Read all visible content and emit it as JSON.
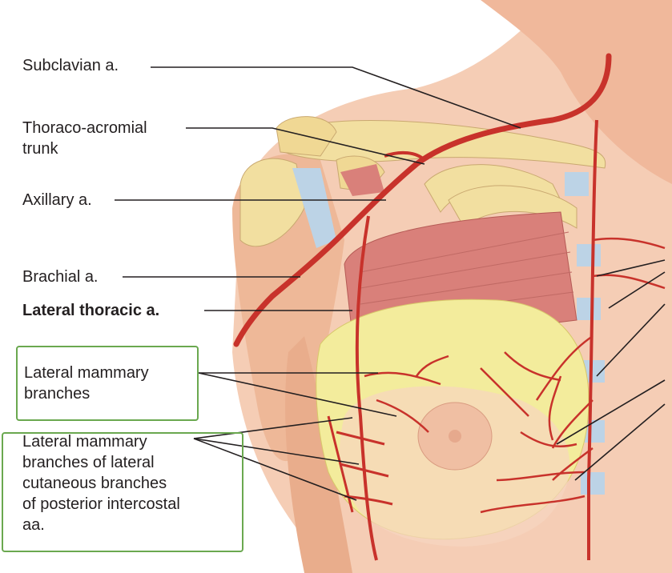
{
  "labels": {
    "subclavian": "Subclavian a.",
    "thoraco_line1": "Thoraco-acromial",
    "thoraco_line2": "trunk",
    "axillary": "Axillary a.",
    "brachial": "Brachial a.",
    "lateral_thoracic": "Lateral thoracic a.",
    "lat_mammary_line1": "Lateral mammary",
    "lat_mammary_line2": "branches",
    "lat_cut_line1": "Lateral mammary",
    "lat_cut_line2": "branches of lateral",
    "lat_cut_line3": "cutaneous branches",
    "lat_cut_line4": "of posterior intercostal",
    "lat_cut_line5": "aa."
  },
  "colors": {
    "artery": "#c8322b",
    "skin": "#f3c3a8",
    "bone": "#f2dfa0",
    "muscle": "#d9807a",
    "fat": "#f3ec9c",
    "cartilage": "#bcd3e6",
    "highlight_box": "#6aa84f",
    "leader_line": "#231f20"
  }
}
